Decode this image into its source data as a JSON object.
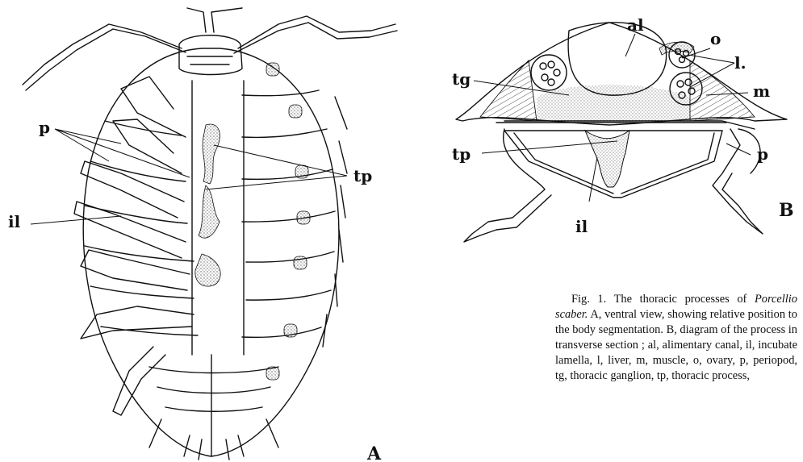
{
  "figure_a": {
    "panel_label": "A",
    "labels": {
      "p": "p",
      "tp": "tp",
      "il": "il"
    }
  },
  "figure_b": {
    "panel_label": "B",
    "labels": {
      "al": "al",
      "o": "o",
      "l": "l.",
      "m": "m",
      "tg": "tg",
      "tp": "tp",
      "p": "p",
      "il": "il"
    }
  },
  "caption": {
    "fig_no": "Fig. 1.",
    "intro": "The thoracic processes of",
    "species": "Porcellio scaber.",
    "body": "A, ventral view, showing relative position to the body segmentation. B, diagram of the process in transverse section ; al, alimentary canal, il, incubate lamella, l, liver, m, muscle, o, ovary, p, periopod, tg, thoracic ganglion, tp, thoracic process,"
  }
}
